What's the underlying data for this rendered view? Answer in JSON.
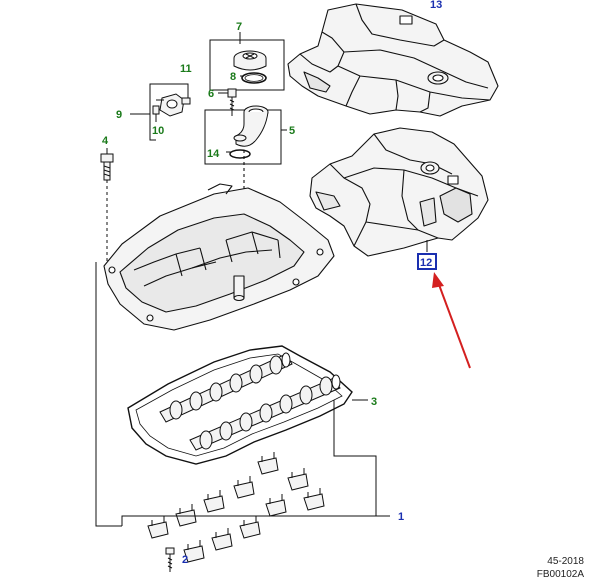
{
  "callouts": {
    "c1": "1",
    "c2": "2",
    "c3": "3",
    "c4": "4",
    "c5": "5",
    "c6": "6",
    "c7": "7",
    "c8": "8",
    "c9": "9",
    "c10": "10",
    "c11": "11",
    "c12": "12",
    "c13": "13",
    "c14": "14"
  },
  "footer": {
    "date": "45-2018",
    "code": "FB00102A"
  },
  "colors": {
    "callout_blue": "#1a2fb0",
    "callout_green": "#1a7a1a",
    "highlight_box": "#1a2fb0",
    "arrow_red": "#d42020",
    "line": "#111111"
  }
}
